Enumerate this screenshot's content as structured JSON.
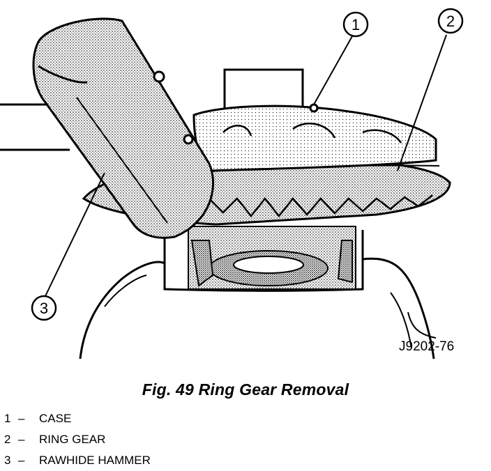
{
  "figure": {
    "code": "J9202-76",
    "caption": "Fig. 49 Ring Gear Removal"
  },
  "callouts": [
    {
      "number": "1",
      "label": "CASE"
    },
    {
      "number": "2",
      "label": "RING GEAR"
    },
    {
      "number": "3",
      "label": "RAWHIDE HAMMER"
    }
  ],
  "legend": [
    {
      "number": "1",
      "dash": "–",
      "label": "CASE"
    },
    {
      "number": "2",
      "dash": "–",
      "label": "RING GEAR"
    },
    {
      "number": "3",
      "dash": "–",
      "label": "RAWHIDE HAMMER"
    }
  ]
}
